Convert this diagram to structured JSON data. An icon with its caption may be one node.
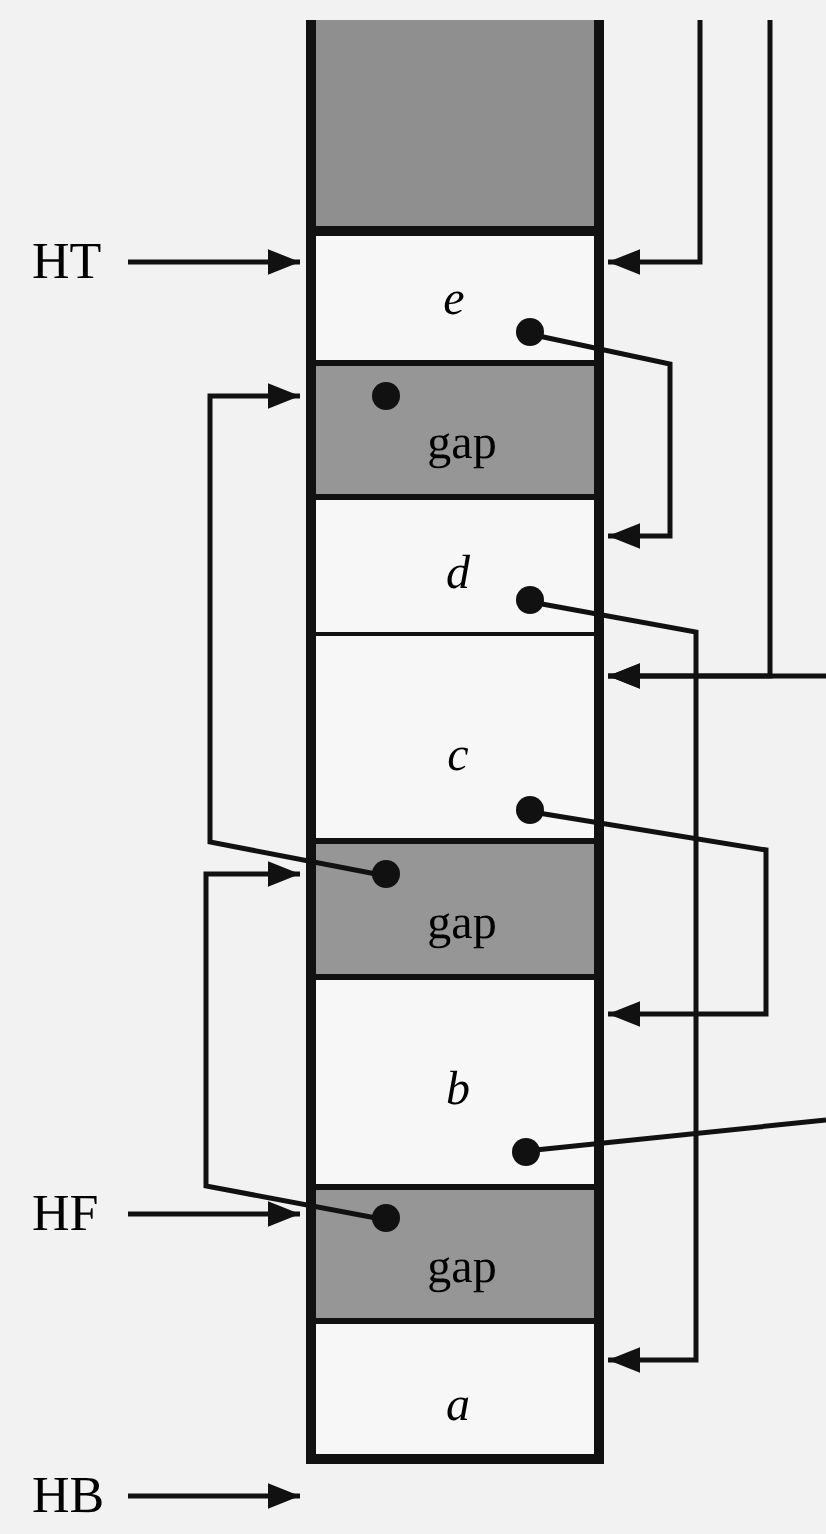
{
  "diagram": {
    "nodes": [
      {
        "text": [],
        "shape": "box"
      },
      {
        "text": [
          "e"
        ]
      },
      {
        "text": [
          "gap"
        ]
      },
      {
        "text": [
          "d"
        ]
      },
      {
        "text": [
          "c"
        ]
      },
      {
        "text": [
          "gap"
        ]
      },
      {
        "text": [
          "b"
        ]
      },
      {
        "text": [
          "gap"
        ]
      },
      {
        "text": [
          "a"
        ]
      },
      {
        "text": [
          "HT"
        ]
      },
      {
        "text": [
          "HF"
        ]
      },
      {
        "text": [
          "HB"
        ]
      }
    ],
    "edges": [
      {
        "from": 9,
        "to": 1,
        "arrow": "to"
      },
      {
        "from": null,
        "to": 1,
        "arrow": "to"
      },
      {
        "from": 1,
        "to": 3,
        "arrow": "to"
      },
      {
        "from": 3,
        "to": 8,
        "arrow": "to"
      },
      {
        "from": null,
        "to": 4,
        "arrow": "to"
      },
      {
        "from": null,
        "to": 4,
        "arrow": "to"
      },
      {
        "from": 4,
        "to": 6,
        "arrow": "to"
      },
      {
        "from": 6,
        "to": null,
        "arrow": "none"
      },
      {
        "from": 5,
        "to": 2,
        "arrow": "to"
      },
      {
        "from": 10,
        "to": 7,
        "arrow": "to"
      },
      {
        "from": 7,
        "to": 5,
        "arrow": "to"
      },
      {
        "from": 11,
        "to": 8,
        "arrow": "to"
      }
    ]
  }
}
